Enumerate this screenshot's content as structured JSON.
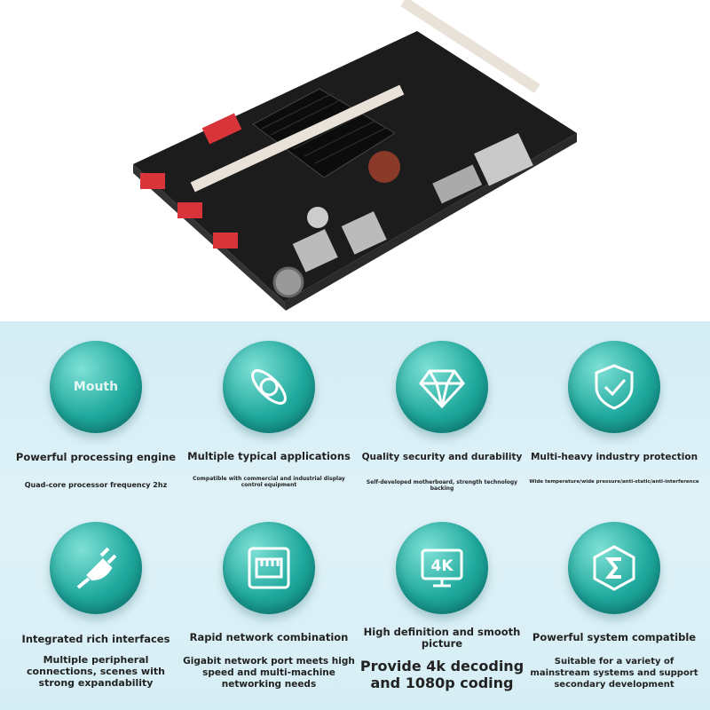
{
  "product_image": {
    "alt": "motherboard"
  },
  "features": [
    {
      "title": "Powerful processing engine",
      "desc": "Quad-core processor frequency 2hz",
      "icon": "cpu-shield-icon",
      "icon_text": "Mouth"
    },
    {
      "title": "Multiple typical applications",
      "desc": "Compatible with commercial and industrial display control equipment",
      "icon": "orbit-icon"
    },
    {
      "title": "Quality security and durability",
      "desc": "Self-developed motherboard, strength technology backing",
      "icon": "diamond-icon"
    },
    {
      "title": "Multi-heavy industry protection",
      "desc": "Wide temperature/wide pressure/anti-static/anti-interference",
      "icon": "shield-check-icon"
    },
    {
      "title": "Integrated rich interfaces",
      "desc": "Multiple peripheral connections, scenes with strong expandability",
      "icon": "plug-icon"
    },
    {
      "title": "Rapid network combination",
      "desc": "Gigabit network port meets high speed and multi-machine networking needs",
      "icon": "ethernet-port-icon"
    },
    {
      "title": "High definition and smooth picture",
      "desc": "Provide 4k decoding and 1080p coding",
      "icon": "monitor-4k-icon",
      "icon_text": "4K"
    },
    {
      "title": "Powerful system compatible",
      "desc": "Suitable for a variety of mainstream systems and support secondary development",
      "icon": "system-sync-icon"
    }
  ],
  "colors": {
    "teal": "#1fa99d",
    "background": "#d8eff6"
  }
}
